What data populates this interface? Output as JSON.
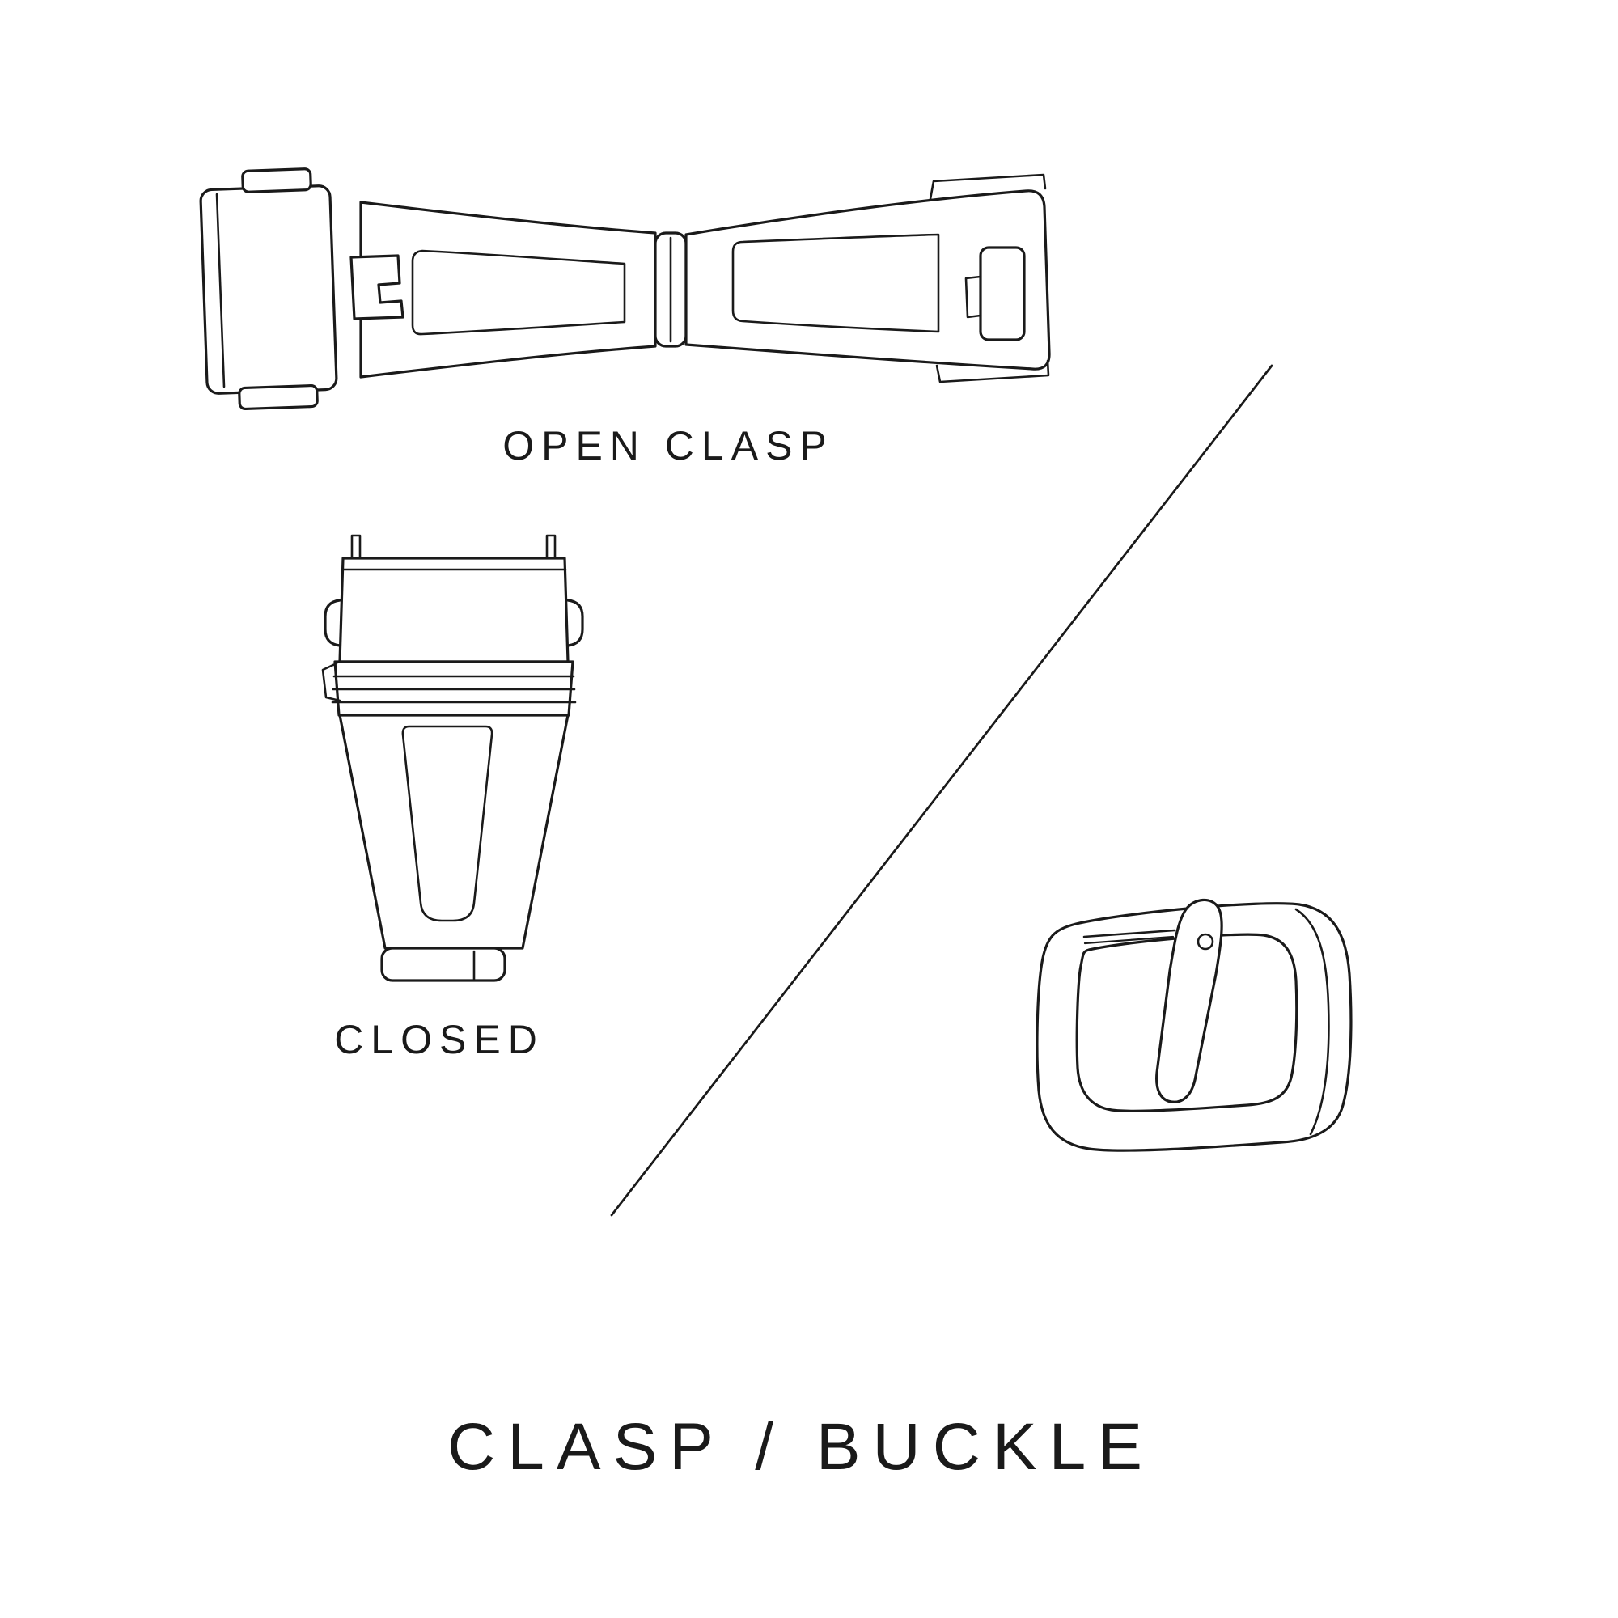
{
  "title": "CLASP / BUCKLE",
  "figures": {
    "open_clasp": {
      "caption": "OPEN CLASP"
    },
    "closed_clasp": {
      "caption": "CLOSED"
    },
    "buckle": {
      "caption": ""
    }
  },
  "colors": {
    "background": "#ffffff",
    "line": "#1a1a1a"
  }
}
